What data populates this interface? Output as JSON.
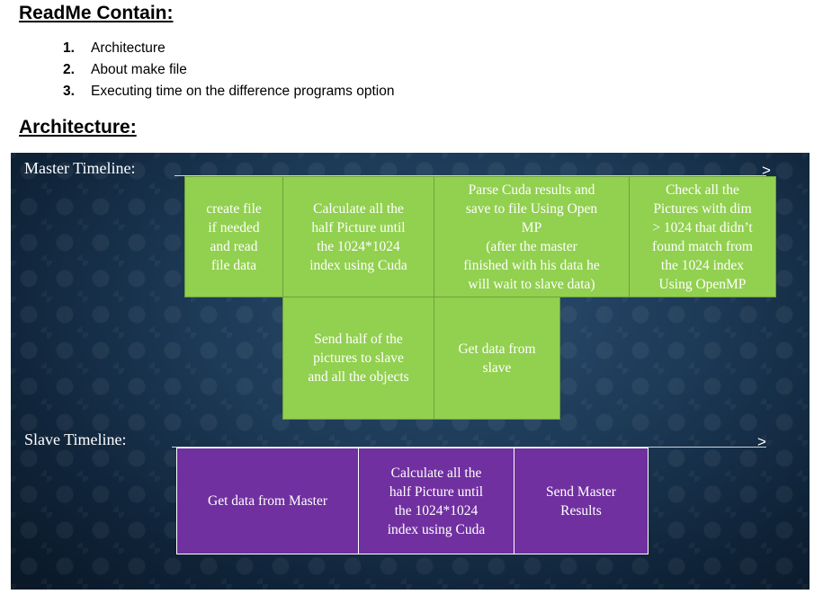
{
  "heading_readme": "ReadMe Contain:",
  "toc": [
    {
      "num": "1.",
      "label": "Architecture"
    },
    {
      "num": "2.",
      "label": "About make file"
    },
    {
      "num": "3.",
      "label": "Executing time on the difference programs option"
    }
  ],
  "heading_architecture": "Architecture:",
  "diagram": {
    "master_label": "Master Timeline:",
    "slave_label": "Slave Timeline:",
    "arrow_glyph": ">",
    "master_boxes": [
      "create file\nif needed\nand read\nfile data",
      "Calculate all the\nhalf Picture until\nthe 1024*1024\nindex using Cuda",
      "Parse Cuda results and\nsave to file Using Open\nMP\n(after the master\nfinished with his data he\nwill wait to slave data)",
      "Check all the\nPictures with dim\n> 1024 that didn’t\nfound match from\nthe 1024 index\nUsing OpenMP",
      "Send half of the\npictures to slave\nand all the objects",
      "Get data from\nslave"
    ],
    "slave_boxes": [
      "Get data from Master",
      "Calculate all the\nhalf Picture until\nthe 1024*1024\nindex using Cuda",
      "Send Master\nResults"
    ],
    "colors": {
      "master_box": "#92d050",
      "slave_box": "#7030a0",
      "background": "#1d3a57"
    }
  }
}
